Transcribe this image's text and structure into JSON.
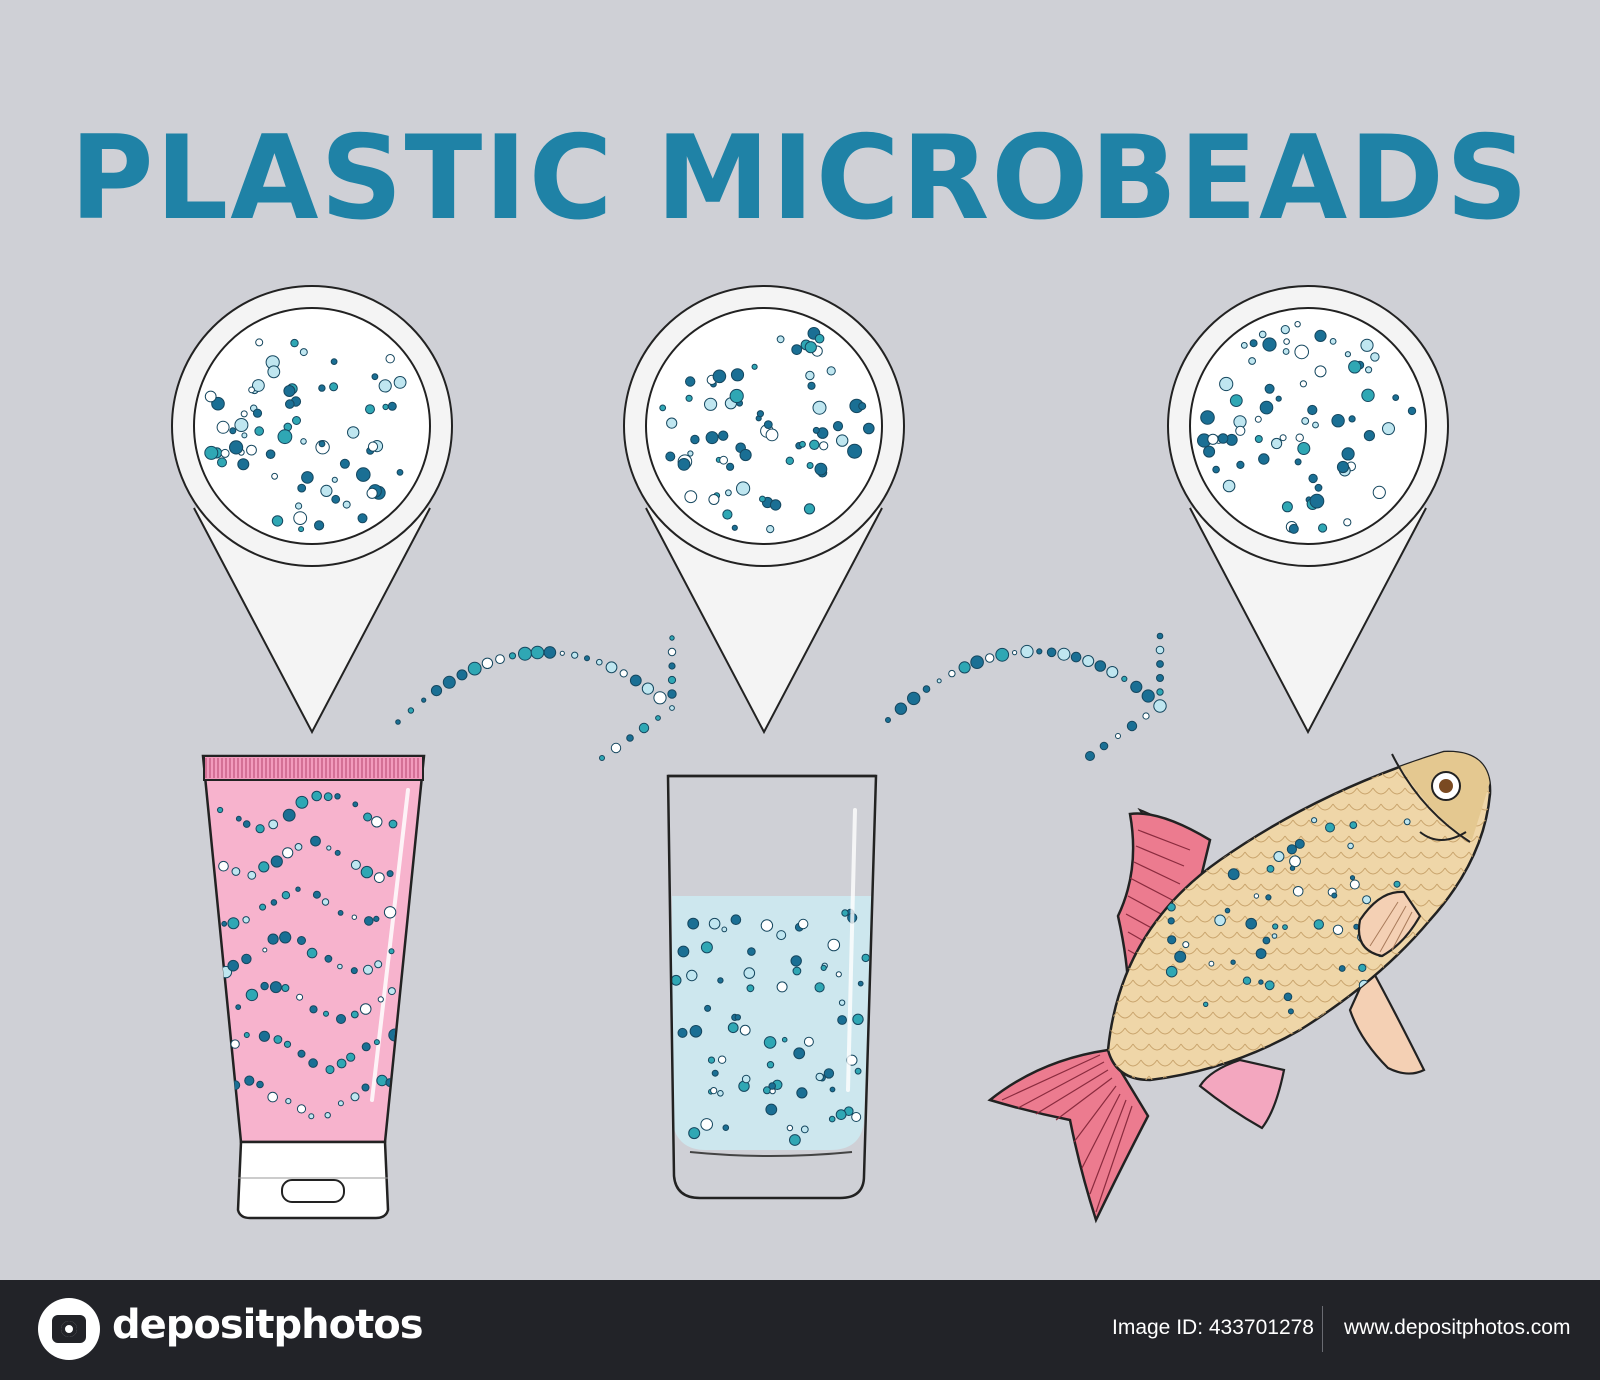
{
  "title": "PLASTIC   MICROBEADS",
  "colors": {
    "background": "#cfd0d6",
    "title": "#1f82a6",
    "tube_pink": "#f7b3cd",
    "water": "#cde7ee",
    "fish_body": "#efd6a8",
    "fin_pink": "#ec7b8f",
    "bead_dark": "#1a6f94",
    "bead_light": "#bfe6f0"
  },
  "panels": [
    "cosmetic-tube",
    "glass-of-water",
    "fish"
  ],
  "footer": {
    "brand": "depositphotos",
    "image_id": "Image ID: 433701278",
    "url": "www.depositphotos.com"
  }
}
